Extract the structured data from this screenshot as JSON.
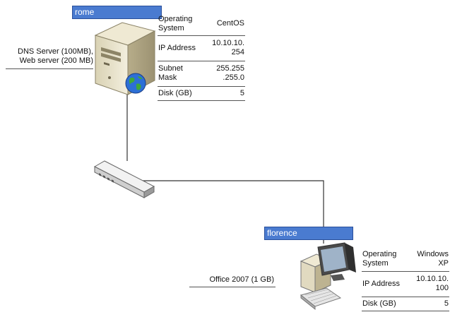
{
  "nodes": {
    "rome": {
      "label": "rome",
      "properties": [
        {
          "name": "Operating System",
          "value": "CentOS"
        },
        {
          "name": "IP Address",
          "value": "10.10.10. 254"
        },
        {
          "name": "Subnet Mask",
          "value": "255.255 .255.0"
        },
        {
          "name": "Disk (GB)",
          "value": "5"
        }
      ],
      "note_line1": "DNS Server (100MB),",
      "note_line2": "Web server (200 MB)"
    },
    "florence": {
      "label": "florence",
      "properties": [
        {
          "name": "Operating System",
          "value": "Windows XP"
        },
        {
          "name": "IP Address",
          "value": "10.10.10. 100"
        },
        {
          "name": "Disk (GB)",
          "value": "5"
        }
      ],
      "note_line1": "Office 2007 (1 GB)"
    }
  },
  "icons": {
    "server": "server-icon",
    "globe": "globe-icon",
    "switch": "network-switch-icon",
    "workstation": "workstation-icon"
  },
  "colors": {
    "label_bg": "#4a7bd0",
    "wire": "#333333"
  }
}
